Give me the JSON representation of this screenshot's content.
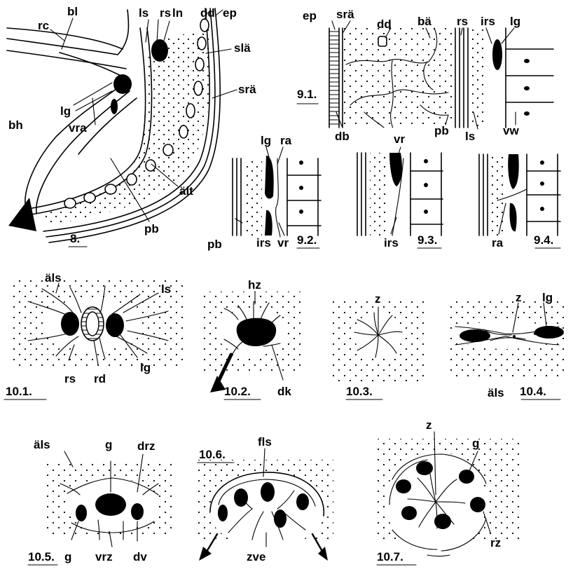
{
  "figure": {
    "panels": [
      {
        "id": "p8",
        "number": "8.",
        "labels": [
          "rc",
          "bl",
          "ls",
          "rs",
          "ln",
          "dd",
          "ep",
          "slä",
          "srä",
          "lg",
          "vra",
          "bh",
          "ält",
          "pb"
        ]
      },
      {
        "id": "p9_1",
        "number": "9.1.",
        "labels": [
          "ep",
          "srä",
          "dd",
          "bä",
          "rs",
          "irs",
          "lg",
          "db",
          "pb",
          "ls",
          "vw"
        ]
      },
      {
        "id": "p9_2",
        "number": "9.2.",
        "labels": [
          "lg",
          "ra",
          "pb",
          "irs",
          "vr"
        ]
      },
      {
        "id": "p9_3",
        "number": "9.3.",
        "labels": [
          "vr",
          "irs"
        ]
      },
      {
        "id": "p9_4",
        "number": "9.4.",
        "labels": [
          "ra"
        ]
      },
      {
        "id": "p10_1",
        "number": "10.1.",
        "labels": [
          "äls",
          "ls",
          "rs",
          "rd",
          "lg"
        ]
      },
      {
        "id": "p10_2",
        "number": "10.2.",
        "labels": [
          "hz",
          "dk"
        ]
      },
      {
        "id": "p10_3",
        "number": "10.3.",
        "labels": [
          "z"
        ]
      },
      {
        "id": "p10_4",
        "number": "10.4.",
        "labels": [
          "z",
          "lg",
          "äls"
        ]
      },
      {
        "id": "p10_5",
        "number": "10.5.",
        "labels": [
          "äls",
          "g",
          "drz",
          "g",
          "vrz",
          "dv"
        ]
      },
      {
        "id": "p10_6",
        "number": "10.6.",
        "labels": [
          "fls",
          "zve"
        ]
      },
      {
        "id": "p10_7",
        "number": "10.7.",
        "labels": [
          "z",
          "g",
          "rz"
        ]
      }
    ]
  },
  "colors": {
    "ink": "#000000",
    "background": "#ffffff"
  }
}
